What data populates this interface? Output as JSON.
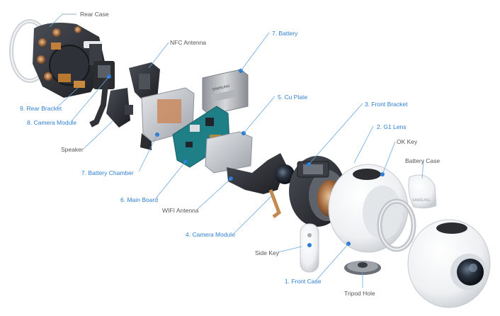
{
  "labels": {
    "rear_case": "Rear Case",
    "nfc_antenna": "NFC Antenna",
    "battery": "7. Battery",
    "cu_plate": "5. Cu Plate",
    "front_bracket": "3. Front Bracket",
    "g1_lens": "2. G1 Lens",
    "ok_key": "OK Key",
    "battery_case": "Battery Case",
    "rear_bracket": "9. Rear Bracket",
    "camera_module_8": "8. Camera Module",
    "speaker": "Speaker",
    "battery_chamber": "7. Battery Chamber",
    "main_board": "6. Main Board",
    "wifi_antenna": "WIFI Antenna",
    "camera_module_4": "4. Camera Module",
    "side_key": "Side Key",
    "front_case": "1. Front Case",
    "tripod_hole": "Tripod Hole"
  },
  "parts": {
    "battery_brand": "SAMSUNG",
    "battery_case_brand": "SAMSUNG"
  },
  "colors": {
    "numbered_label": "#2f7fd0",
    "plain_label": "#555555",
    "leader_line": "#6aa7e0",
    "dot": "#2a7bd4",
    "white_shell": "#f4f5f6",
    "dark_metal": "#2b2d31",
    "pcb_teal": "#1f7f86",
    "copper": "#c98a5e"
  }
}
